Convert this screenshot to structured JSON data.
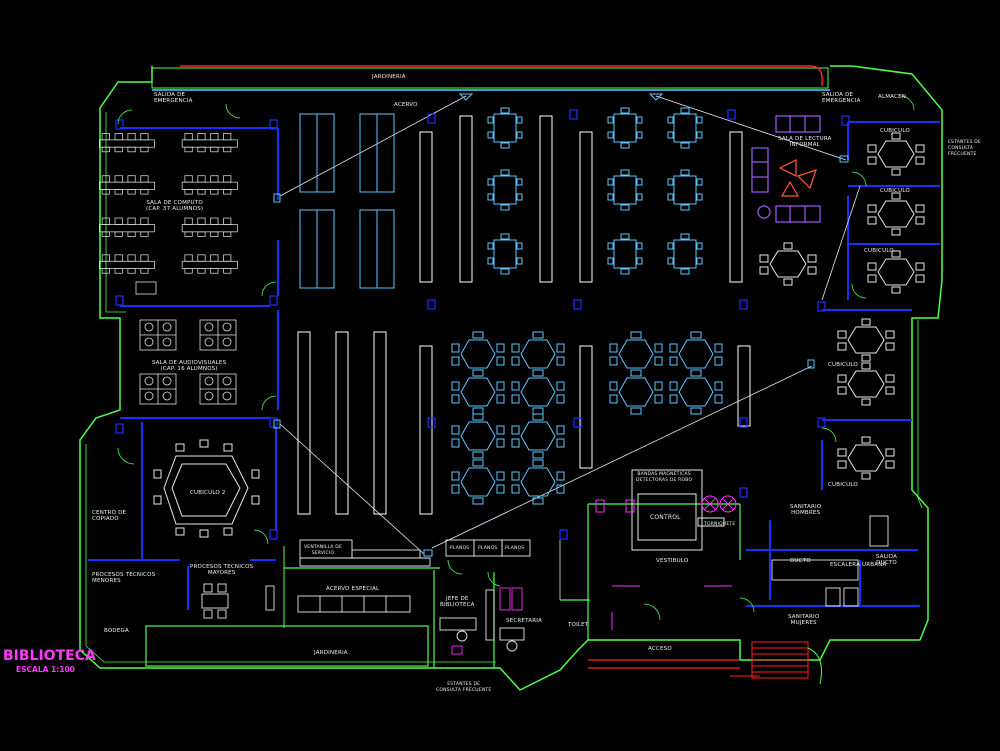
{
  "drawing": {
    "title": "BIBLIOTECA",
    "scale": "ESCALA 1:100",
    "colors": {
      "background": "#000000",
      "outer_wall": "#4dff4d",
      "wall": "#1a2fff",
      "shelf": "#ffffff",
      "furniture": "#5ec8ff",
      "accent": "#ff2bff",
      "red": "#ff2020",
      "yellow": "#ffff33",
      "text": "#f2f2f2"
    }
  },
  "rooms": {
    "jardineria_top": "JARDINERIA",
    "jardineria_bottom": "JARDINERIA",
    "salida_left": "SALIDA DE\nEMERGENCIA",
    "salida_right": "SALIDA DE\nEMERGENCIA",
    "acervo": "ACERVO",
    "almacen": "ALMACEN",
    "sala_lectura": "SALA DE LECTURA\nINFORMAL",
    "cubiculo_1": "CUBICULO",
    "cubiculo_2": "CUBICULO",
    "cubiculo_3": "CUBICULO",
    "cubiculo_4": "CUBICULO",
    "cubiculo_5": "CUBICULO",
    "estantes_note": "ESTANTES DE\nCONSULTA FRECUENTE",
    "sala_computo": "SALA DE COMPUTO\n(CAP. 37 ALUMNOS)",
    "sala_audiovisual": "SALA DE AUDIOVISUALES\n(CAP. 16 ALUMNOS)",
    "cubiculo_grupal": "CUBICULO 2",
    "centro_copiado": "CENTRO DE\nCOPIADO",
    "procesos_menores": "PROCESOS TECNICOS\nMENORES",
    "procesos_mayores": "PROCESOS TECNICOS\nMAYORES",
    "bodega": "BODEGA",
    "ventanilla": "VENTANILLA DE\nSERVICIO",
    "acervo_especial": "ACERVO ESPECIAL",
    "pass_1": "PLANOS",
    "pass_2": "PLANOS",
    "pass_3": "PLANOS",
    "jefe_biblioteca": "JEFE DE\nBIBLIOTECA",
    "secretaria": "SECRETARIA",
    "toilet": "TOILET",
    "estantes_bottom": "ESTANTES DE\nCONSULTA FRECUENTE",
    "banco_barras": "BANDAS MAGNETICAS\nDETECTORAS DE ROBO",
    "control": "CONTROL",
    "vestibulo": "VESTIBULO",
    "torniquete": "TORNIQUETE",
    "acceso": "ACCESO",
    "sanitario_hombres": "SANITARIO\nHOMBRES",
    "sanitario_mujeres": "SANITARIO\nMUJERES",
    "ducto": "DUCTO",
    "escalera": "ESCALERA URBANA",
    "salida_ducto": "SALIDA\nDUCTO"
  }
}
